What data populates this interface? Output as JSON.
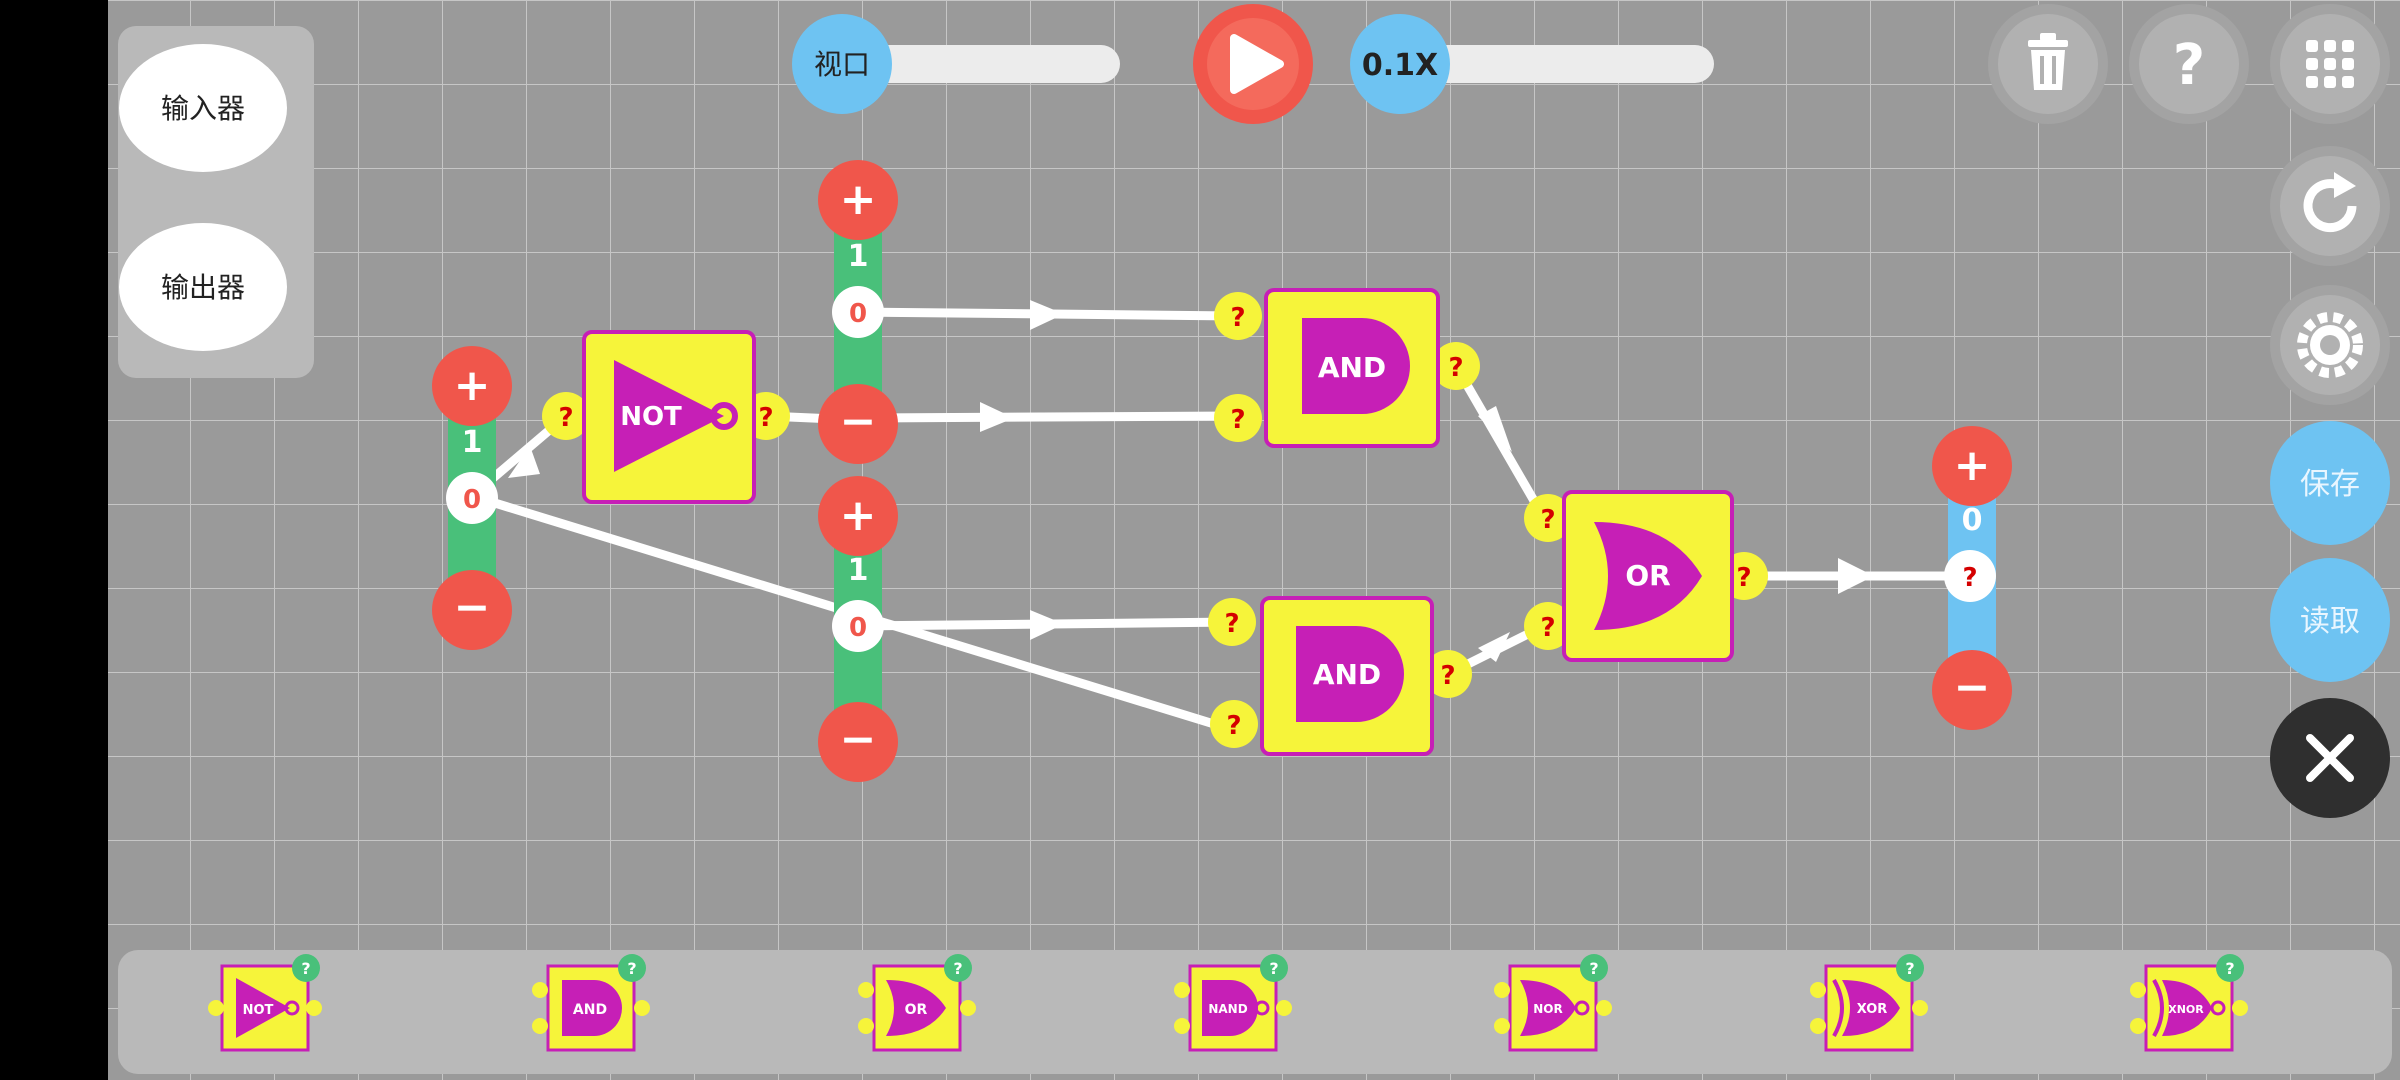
{
  "side_panel": {
    "input_label": "输入器",
    "output_label": "输出器"
  },
  "top_bar": {
    "viewport_label": "视口",
    "speed_label": "0.1X"
  },
  "right_toolbar": {
    "save_label": "保存",
    "load_label": "读取"
  },
  "inputs": [
    {
      "plus": "+",
      "value": "1",
      "state": "0",
      "minus": "−"
    },
    {
      "plus": "+",
      "value": "1",
      "state": "0",
      "minus": "−"
    },
    {
      "plus": "+",
      "value": "1",
      "state": "0",
      "minus": "−"
    }
  ],
  "output": {
    "plus": "+",
    "value": "0",
    "state": "?",
    "minus": "−"
  },
  "gates": {
    "not": "NOT",
    "and_top": "AND",
    "and_bottom": "AND",
    "or": "OR",
    "unknown_port": "?"
  },
  "palette": {
    "items": [
      "NOT",
      "AND",
      "OR",
      "NAND",
      "NOR",
      "XOR",
      "XNOR"
    ],
    "badge": "?"
  },
  "colors": {
    "grid_bg": "#9a9a9a",
    "gate_yellow": "#f6f43a",
    "gate_purple": "#c61fb6",
    "red_button": "#f0564b",
    "blue_accent": "#6ec3f2",
    "green_bar": "#49c07a",
    "close_dark": "#2f2f2f"
  }
}
